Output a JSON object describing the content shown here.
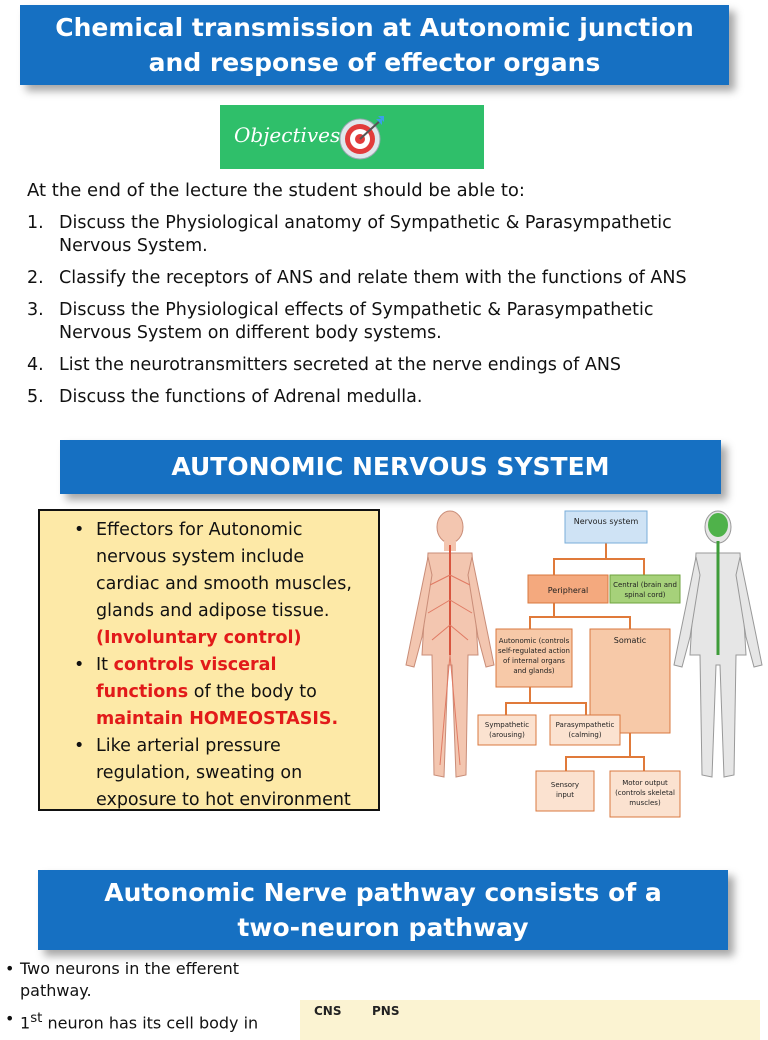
{
  "title": "Chemical transmission at Autonomic junction and response of effector organs",
  "title_lines": [
    "Chemical transmission at Autonomic junction",
    "and response of effector organs"
  ],
  "objectives_label": "Objectives",
  "intro": "At the end of the lecture the student should be able to:",
  "objectives": [
    {
      "num": "1.",
      "lines": [
        "Discuss the Physiological anatomy of Sympathetic & Parasympathetic",
        "Nervous System."
      ]
    },
    {
      "num": "2.",
      "lines": [
        "Classify the receptors of ANS and relate them with the functions of ANS"
      ]
    },
    {
      "num": "3.",
      "lines": [
        "Discuss the Physiological effects of Sympathetic & Parasympathetic",
        "Nervous System on different body systems."
      ]
    },
    {
      "num": "4.",
      "lines": [
        "List the neurotransmitters secreted at the nerve endings of ANS"
      ]
    },
    {
      "num": "5.",
      "lines": [
        "Discuss the functions of Adrenal medulla."
      ]
    }
  ],
  "ans_heading": "AUTONOMIC NERVOUS SYSTEM",
  "ans_points": {
    "p1_a": "Effectors for Autonomic nervous system include cardiac and smooth muscles, glands and adipose tissue.",
    "p1_red": "(Involuntary control)",
    "p2_a": "It ",
    "p2_red1": "controls visceral functions",
    "p2_b": " of the body to ",
    "p2_red2": "maintain HOMEOSTASIS.",
    "p3": "Like arterial pressure regulation, sweating on exposure to hot environment"
  },
  "diagram": {
    "nervous_system": "Nervous system",
    "peripheral": "Peripheral",
    "central": "Central (brain and spinal cord)",
    "autonomic": "Autonomic (controls self-regulated action of internal organs and glands)",
    "somatic": "Somatic",
    "sympathetic": "Sympathetic (arousing)",
    "parasympathetic": "Parasympathetic (calming)",
    "sensory": "Sensory input",
    "motor": "Motor output (controls skeletal muscles)"
  },
  "pathway_heading_lines": [
    "Autonomic Nerve pathway consists of a",
    "two-neuron pathway"
  ],
  "bottom_points": [
    "Two neurons in the efferent pathway.",
    "neuron has its cell body in"
  ],
  "bottom_sup": "st",
  "bottom_num": "1",
  "cns_label": "CNS",
  "pns_label": "PNS",
  "colors": {
    "banner": "#1670c2",
    "objectives_bg": "#2fbf6a",
    "yellow_box": "#fde9a7",
    "emphasis": "#e21a1a"
  }
}
